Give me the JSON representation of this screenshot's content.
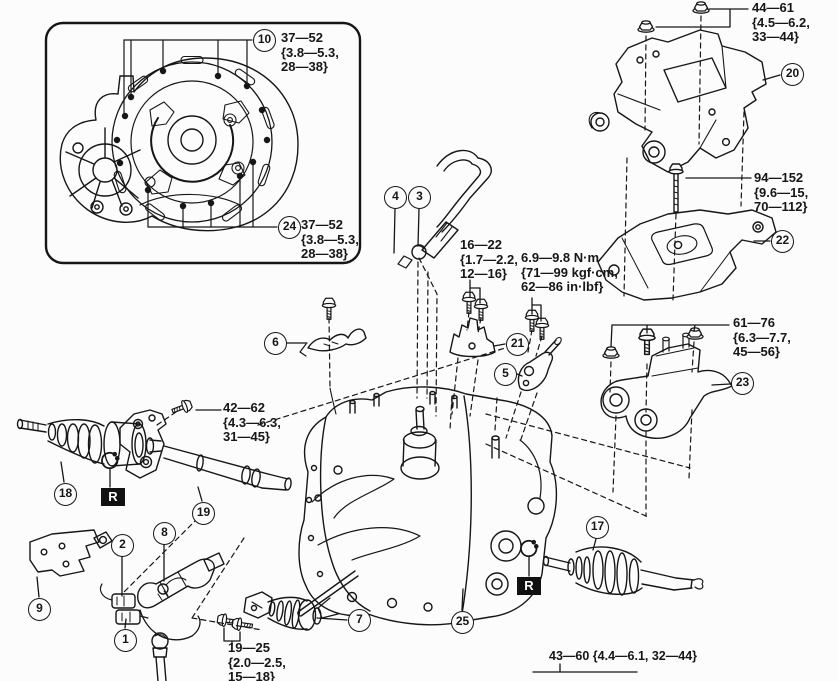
{
  "page": {
    "background": "#fcfcfc",
    "ink": "#161616"
  },
  "inset": {
    "top_spec": {
      "callout": "10",
      "lines": [
        "37—52",
        "{3.8—5.3,",
        "28—38}"
      ]
    },
    "bottom_spec": {
      "callout": "24",
      "lines": [
        "37—52",
        "{3.8—5.3,",
        "28—38}"
      ]
    }
  },
  "specs": {
    "mount_nuts": [
      "44—61",
      "{4.5—6.2,",
      "33—44}"
    ],
    "through_bolt": [
      "94—152",
      "{9.6—15,",
      "70—112}"
    ],
    "side_bracket": [
      "61—76",
      "{6.3—7.7,",
      "45—56}"
    ],
    "rod_bracket_bolts": [
      "16—22",
      "{1.7—2.2,",
      "12—16}"
    ],
    "small_bolts": [
      "6.9—9.8 N·m",
      "{71—99 kgf·cm,",
      "62—86 in·lbf}"
    ],
    "joint_shaft_bolt": [
      "42—62",
      "{4.3—6.3,",
      "31—45}"
    ],
    "linkage_bolts": [
      "19—25",
      "{2.0—2.5,",
      "15—18}"
    ],
    "bottom": [
      "43—60 {4.4—6.1, 32—44}"
    ]
  },
  "callouts": {
    "c1": "1",
    "c2": "2",
    "c3": "3",
    "c4": "4",
    "c5": "5",
    "c6": "6",
    "c7": "7",
    "c8": "8",
    "c9": "9",
    "c10": "10",
    "c17": "17",
    "c18": "18",
    "c19": "19",
    "c20": "20",
    "c21": "21",
    "c22": "22",
    "c23": "23",
    "c24": "24",
    "c25": "25"
  },
  "badges": {
    "replace": "R"
  }
}
